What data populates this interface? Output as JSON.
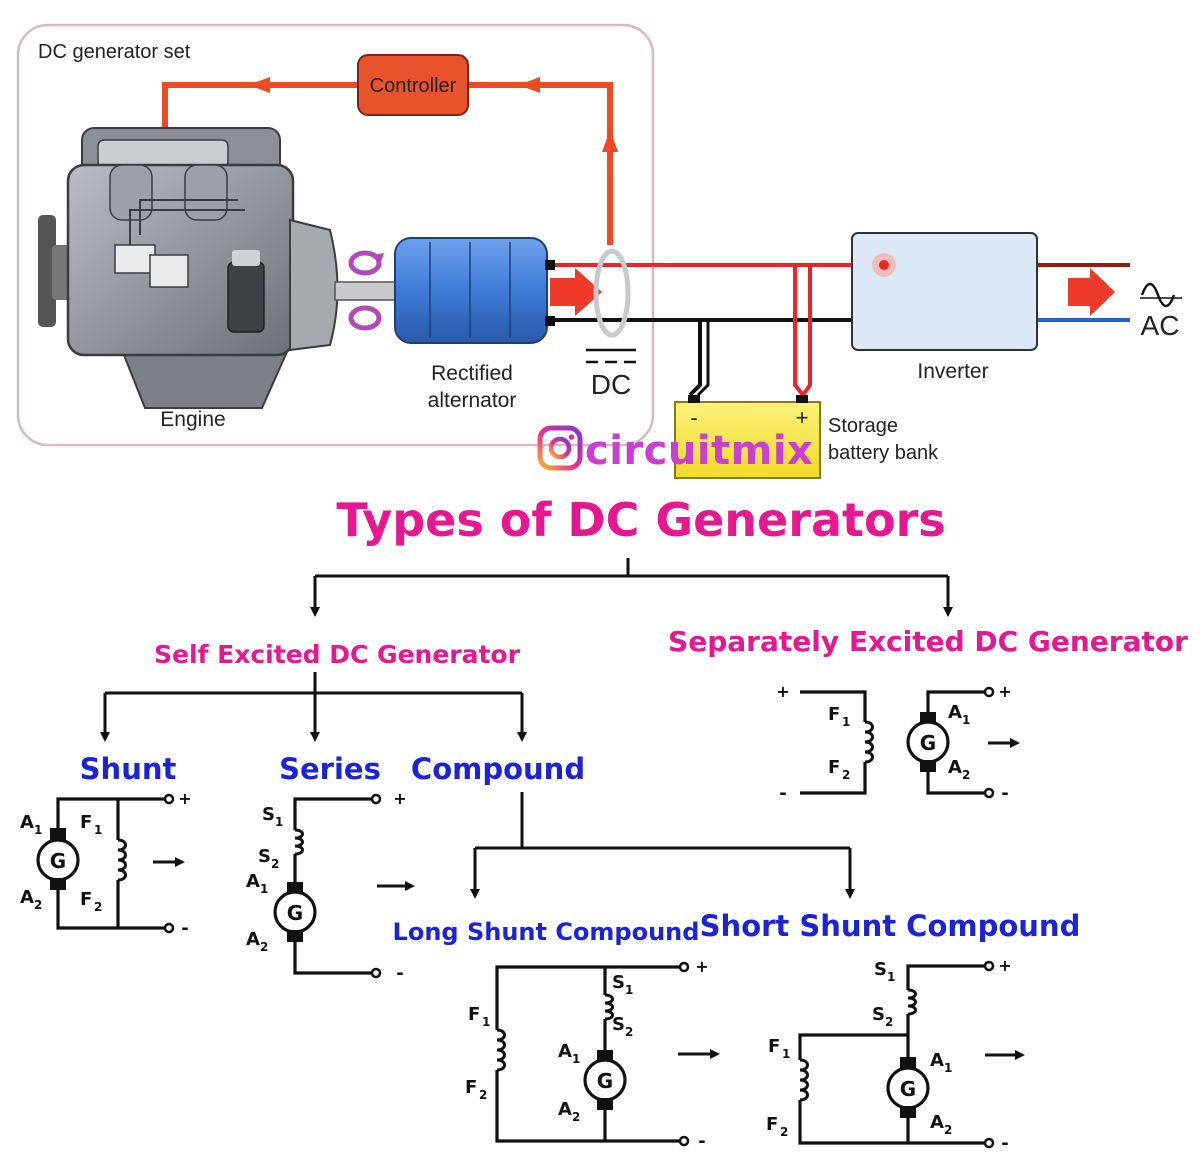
{
  "top": {
    "group_label": "DC generator set",
    "controller": "Controller",
    "engine": "Engine",
    "alternator_line1": "Rectified",
    "alternator_line2": "alternator",
    "dc": "DC",
    "battery_line1": "Storage",
    "battery_line2": "battery bank",
    "battery_minus": "-",
    "battery_plus": "+",
    "inverter": "Inverter",
    "ac": "AC",
    "watermark": "circuitmix"
  },
  "bottom": {
    "title": "Types of DC Generators",
    "self_excited": "Self Excited DC Generator",
    "separately_excited": "Separately Excited DC Generator",
    "shunt": "Shunt",
    "series": "Series",
    "compound": "Compound",
    "long_shunt": "Long Shunt Compound",
    "short_shunt": "Short Shunt Compound"
  },
  "symbols": {
    "generator": "G",
    "plus": "+",
    "minus": "-",
    "A": "A",
    "F": "F",
    "S": "S",
    "sub1": "1",
    "sub2": "2"
  },
  "colors": {
    "title_pink": "#e5188f",
    "type_blue": "#1c22d6",
    "wire_red": "#e8262a",
    "controller_orange": "#e8522c",
    "battery_yellow": "#f8ec4a",
    "inverter_blue": "#dbe9f7",
    "alternator_blue": "#3f7cd6"
  }
}
